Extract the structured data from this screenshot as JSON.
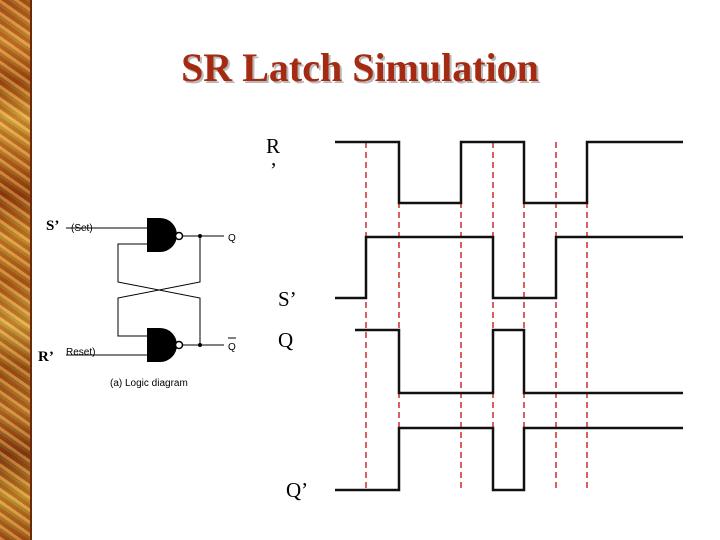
{
  "slide": {
    "title": "SR Latch Simulation",
    "title_color": "#a42a12"
  },
  "logic_diagram": {
    "set_input_label": "S’",
    "reset_input_label": "R’",
    "set_pin_label": "(Set)",
    "reset_pin_label": "Reset)",
    "q_output_label": "Q",
    "qbar_output_label": "Q",
    "caption": "(a) Logic diagram",
    "gate_type": "NAND"
  },
  "timing_diagram": {
    "marker_color": "#d42a2a",
    "signals": [
      {
        "name": "R’",
        "label_main": "R",
        "label_tail": "’",
        "levels": [
          1,
          0,
          1,
          0,
          1
        ]
      },
      {
        "name": "S’",
        "label_main": "S’",
        "levels": [
          0,
          1,
          0,
          1
        ]
      },
      {
        "name": "Q",
        "label_main": "Q",
        "levels": [
          1,
          0,
          1,
          0
        ]
      },
      {
        "name": "Q’",
        "label_main": "Q’",
        "levels": [
          0,
          1,
          0,
          1
        ]
      }
    ]
  },
  "decoration": {
    "left_strip": "earth-texture"
  }
}
